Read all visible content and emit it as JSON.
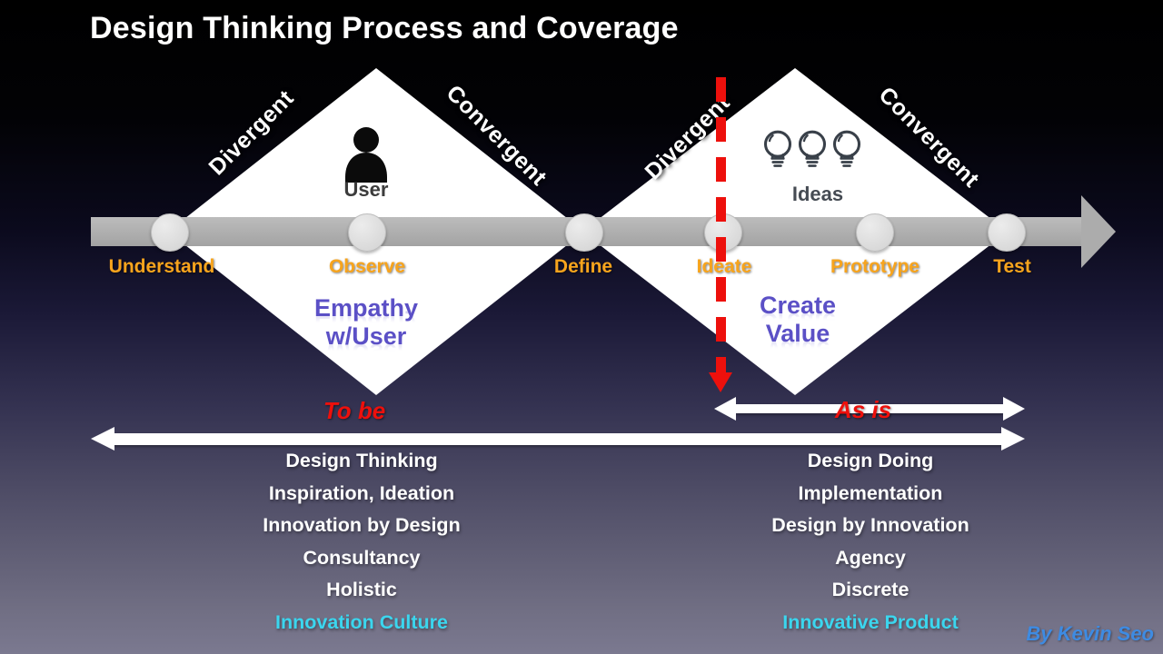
{
  "title": "Design Thinking Process and Coverage",
  "signature": "By Kevin Seo",
  "process": {
    "stages": [
      {
        "label": "Understand"
      },
      {
        "label": "Observe"
      },
      {
        "label": "Define"
      },
      {
        "label": "Ideate"
      },
      {
        "label": "Prototype"
      },
      {
        "label": "Test"
      }
    ],
    "phases": {
      "left_divergent": "Divergent",
      "left_convergent": "Convergent",
      "right_divergent": "Divergent",
      "right_convergent": "Convergent"
    }
  },
  "diamond_left": {
    "icon": "user-icon",
    "icon_label": "User",
    "label_line1": "Empathy",
    "label_line2": "w/User"
  },
  "diamond_right": {
    "icon": "lightbulb-icon",
    "icon_label": "Ideas",
    "label_line1": "Create",
    "label_line2": "Value"
  },
  "timeline": {
    "to_be": "To be",
    "as_is": "As is"
  },
  "coverage": {
    "left": {
      "items": [
        "Design Thinking",
        "Inspiration, Ideation",
        "Innovation by Design",
        "Consultancy",
        "Holistic",
        "Innovation Culture"
      ]
    },
    "right": {
      "items": [
        "Design Doing",
        "Implementation",
        "Design by Innovation",
        "Agency",
        "Discrete",
        "Innovative Product"
      ]
    }
  },
  "colors": {
    "stage_label_orange": "#F7A41D",
    "diamond_label_purple": "#5B50C6",
    "highlight_cyan": "#3BD6EE",
    "marker_red": "#ED100C",
    "signature_blue": "#3E8BE2",
    "bar_gray": "#ACACAC"
  }
}
